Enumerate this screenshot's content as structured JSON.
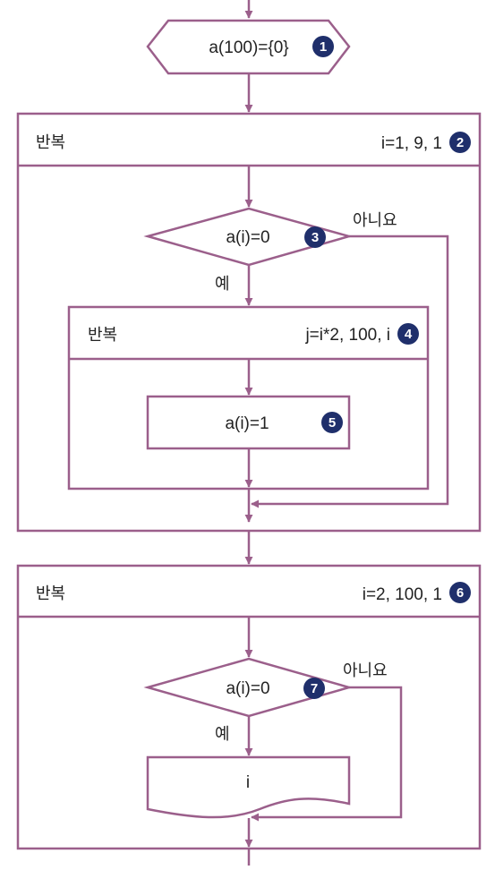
{
  "colors": {
    "line": "#9b5f8b",
    "badge": "#1f2f6b",
    "text": "#222222"
  },
  "init": {
    "label": "a(100)={0}",
    "step": "1"
  },
  "loop1": {
    "title": "반복",
    "range": "i=1, 9, 1",
    "step": "2"
  },
  "decision1": {
    "label": "a(i)=0",
    "step": "3",
    "no": "아니요",
    "yes": "예"
  },
  "loop2": {
    "title": "반복",
    "range": "j=i*2, 100, i",
    "step": "4"
  },
  "assign": {
    "label": "a(i)=1",
    "step": "5"
  },
  "loop3": {
    "title": "반복",
    "range": "i=2, 100, 1",
    "step": "6"
  },
  "decision2": {
    "label": "a(i)=0",
    "step": "7",
    "no": "아니요",
    "yes": "예"
  },
  "output": {
    "label": "i"
  }
}
